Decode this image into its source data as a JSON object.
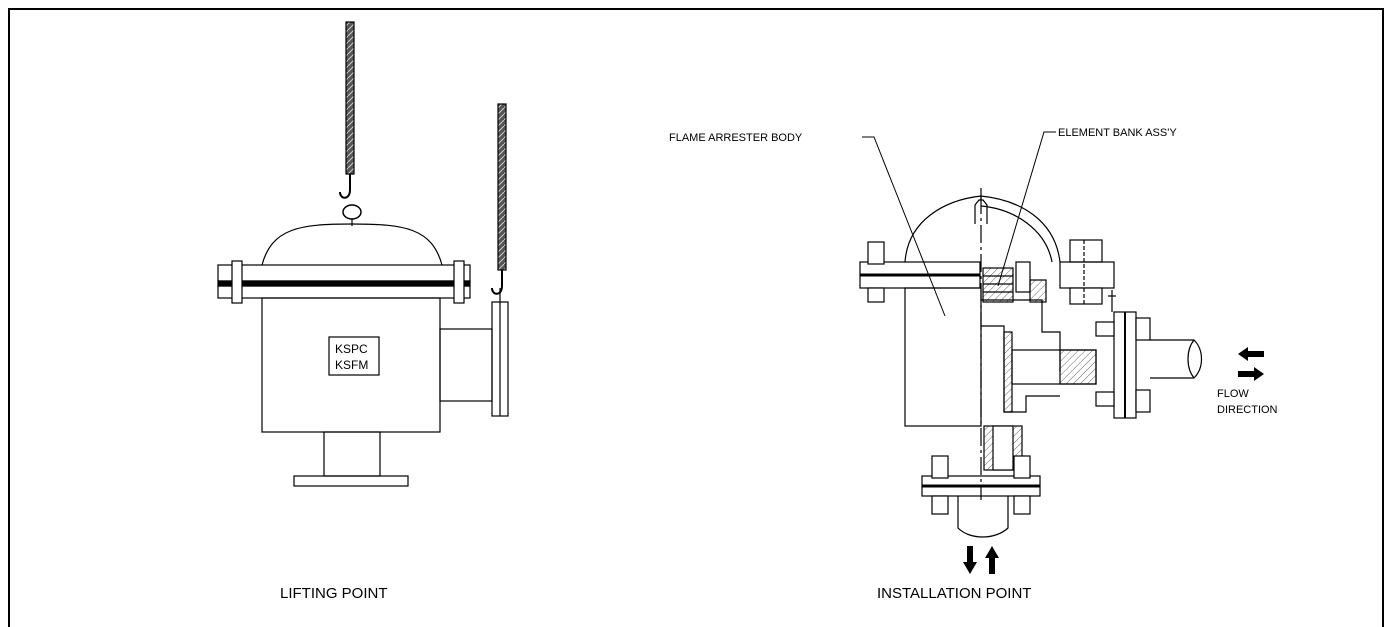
{
  "drawing": {
    "left_view": {
      "caption": "LIFTING POINT",
      "nameplate_lines": [
        "KSPC",
        "KSFM"
      ]
    },
    "right_view": {
      "caption": "INSTALLATION POINT",
      "callouts": {
        "body": "FLAME ARRESTER BODY",
        "element": "ELEMENT BANK ASS'Y"
      },
      "flow_label_lines": [
        "FLOW",
        "DIRECTION"
      ]
    }
  }
}
